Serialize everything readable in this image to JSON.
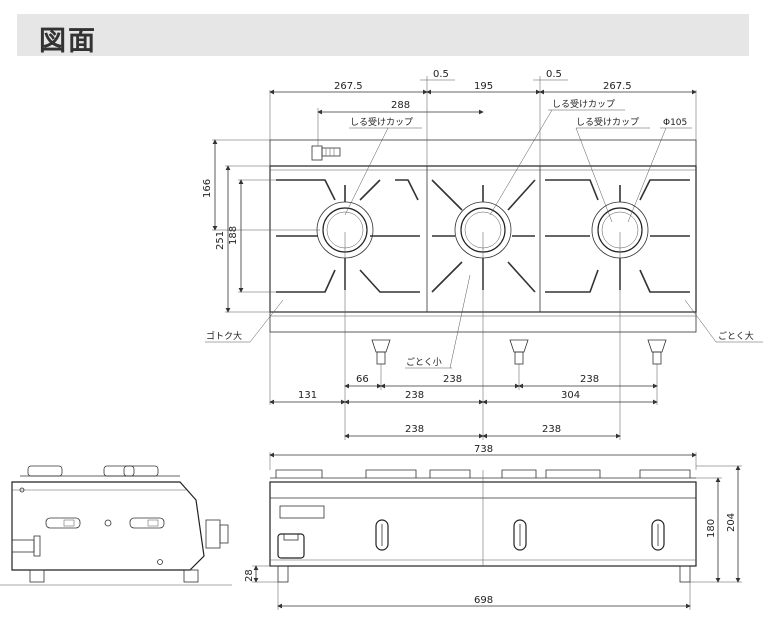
{
  "header": {
    "title": "図面"
  },
  "top_view": {
    "dims_top": [
      "267.5",
      "0.5",
      "195",
      "0.5",
      "267.5"
    ],
    "dim_288": "288",
    "dims_left": [
      "166",
      "251",
      "188"
    ],
    "dims_bottom_row1": [
      "66",
      "238",
      "238"
    ],
    "dims_bottom_row2": [
      "131",
      "238",
      "304"
    ],
    "dims_bottom_row3": [
      "238",
      "238"
    ],
    "labels": {
      "cup_left": "しる受けカップ",
      "cup_mid": "しる受けカップ",
      "cup_right": "しる受けカップ",
      "phi": "Φ105",
      "gotoku_large_left": "ゴトク大",
      "gotoku_large_right": "ごとく大",
      "gotoku_small": "ごとく小"
    }
  },
  "front_view": {
    "width": "738",
    "height_body": "180",
    "height_total": "204",
    "leg": "28",
    "base_width": "698"
  }
}
